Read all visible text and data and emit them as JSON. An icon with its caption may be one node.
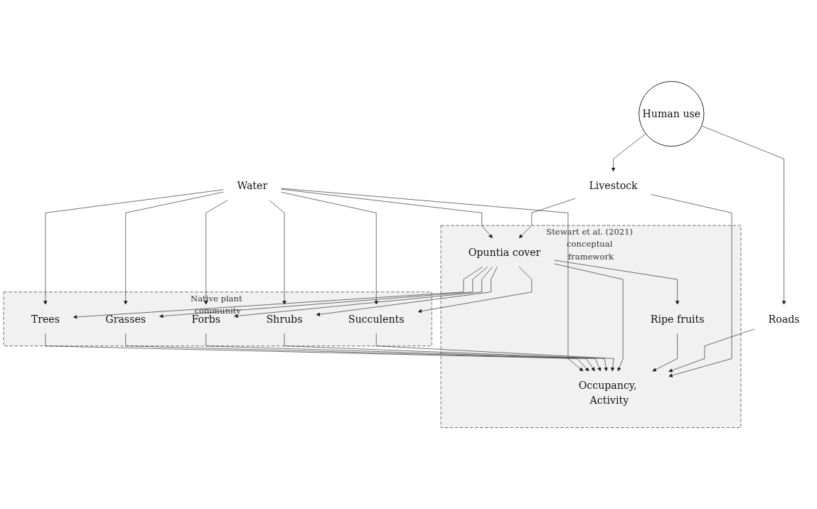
{
  "diagram": {
    "nodes": [
      {
        "text": [
          "Native plant community"
        ]
      },
      {
        "text": [
          "Trees"
        ],
        "in": 0
      },
      {
        "text": [
          "Grasses"
        ],
        "in": 0
      },
      {
        "text": [
          "Forbs"
        ],
        "in": 0
      },
      {
        "text": [
          "Shrubs"
        ],
        "in": 0
      },
      {
        "text": [
          "Succulents"
        ],
        "in": 0
      },
      {
        "text": [
          "Water"
        ]
      },
      {
        "text": [
          "Stewart et al. (2021) conceptual framework"
        ]
      },
      {
        "text": [
          "Opuntia cover"
        ],
        "in": 7
      },
      {
        "text": [
          "Occupancy, Activity"
        ],
        "in": 7
      },
      {
        "text": [
          "Ripe fruits"
        ],
        "in": 7
      },
      {
        "text": [
          "Roads"
        ]
      },
      {
        "text": [
          "Human use"
        ]
      },
      {
        "text": [
          "Livestock"
        ]
      }
    ],
    "edges": [
      {
        "from": 6,
        "to": 8,
        "arrow": "to"
      },
      {
        "from": 6,
        "to": 9,
        "arrow": "to"
      },
      {
        "from": 8,
        "to": 1,
        "arrow": "to"
      },
      {
        "from": 8,
        "to": 2,
        "arrow": "to"
      },
      {
        "from": 8,
        "to": 3,
        "arrow": "to"
      },
      {
        "from": 8,
        "to": 4,
        "arrow": "to"
      },
      {
        "from": 8,
        "to": 5,
        "arrow": "to"
      },
      {
        "from": 6,
        "to": 1,
        "arrow": "to"
      },
      {
        "from": 6,
        "to": 2,
        "arrow": "to"
      },
      {
        "from": 6,
        "to": 3,
        "arrow": "to"
      },
      {
        "from": 6,
        "to": 4,
        "arrow": "to"
      },
      {
        "from": 6,
        "to": 5,
        "arrow": "to"
      },
      {
        "from": 1,
        "to": 9,
        "arrow": "to"
      },
      {
        "from": 2,
        "to": 9,
        "arrow": "to"
      },
      {
        "from": 3,
        "to": 9,
        "arrow": "to"
      },
      {
        "from": 4,
        "to": 9,
        "arrow": "to"
      },
      {
        "from": 5,
        "to": 9,
        "arrow": "to"
      },
      {
        "from": 8,
        "to": 9,
        "arrow": "to"
      },
      {
        "from": 8,
        "to": 10,
        "arrow": "to"
      },
      {
        "from": 10,
        "to": 9,
        "arrow": "to"
      },
      {
        "from": 11,
        "to": 9,
        "arrow": "to"
      },
      {
        "from": 13,
        "to": 9,
        "arrow": "to"
      },
      {
        "from": 13,
        "to": 8,
        "arrow": "to"
      },
      {
        "from": 12,
        "to": 11,
        "arrow": "to"
      },
      {
        "from": 12,
        "to": 13,
        "arrow": "to"
      }
    ]
  }
}
